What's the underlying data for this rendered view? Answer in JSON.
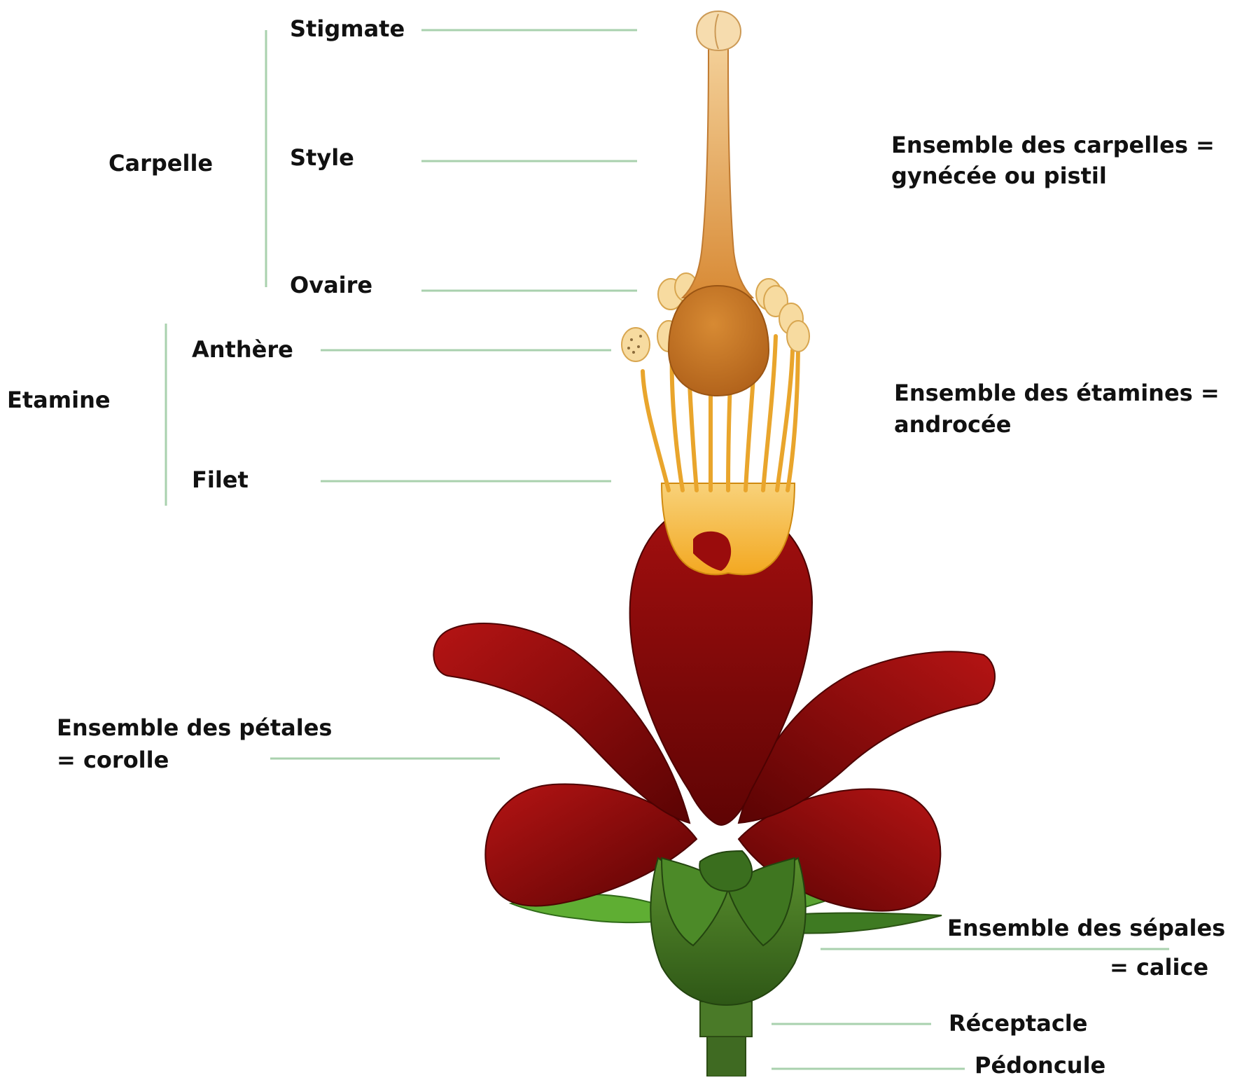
{
  "labels": {
    "stigmate": "Stigmate",
    "style": "Style",
    "ovaire": "Ovaire",
    "carpelle": "Carpelle",
    "anthere": "Anthère",
    "filet": "Filet",
    "etamine": "Etamine",
    "carpelles_line1": "Ensemble des carpelles =",
    "carpelles_line2": "gynécée ou pistil",
    "etamines_line1": "Ensemble des étamines =",
    "etamines_line2": "androcée",
    "petales_line1": "Ensemble des pétales",
    "petales_line2": "= corolle",
    "sepales_line1": "Ensemble des sépales",
    "sepales_line2": "= calice",
    "receptacle": "Réceptacle",
    "pedoncule": "Pédoncule"
  },
  "colors": {
    "leader_line": "#a9d1ae",
    "petal_dark": "#6e0606",
    "petal_mid": "#9a0c0c",
    "petal_light": "#b81414",
    "sepal_dark": "#2f5a18",
    "sepal_mid": "#4a7a28",
    "sepal_light": "#6fb83a",
    "stem": "#3f6a22",
    "filament": "#f5b83a",
    "anther": "#f7dba0",
    "style": "#e6a860",
    "ovary": "#c9781f",
    "stigma": "#f6dcae",
    "text": "#111111"
  }
}
